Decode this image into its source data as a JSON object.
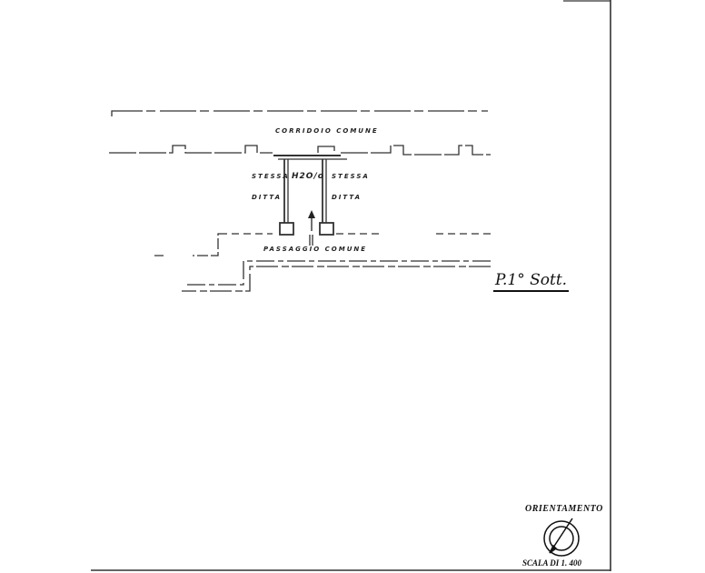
{
  "plan": {
    "corridor_label": "CORRIDOIO COMUNE",
    "left_label_1": "STESSA",
    "left_label_2": "DITTA",
    "center_label": "H2O/o",
    "right_label_1": "STESSA",
    "right_label_2": "DITTA",
    "passage_label": "PASSAGGIO COMUNE",
    "floor_title": "P.1° Sott."
  },
  "legend": {
    "orientation_label": "ORIENTAMENTO",
    "scale_label": "SCALA DI 1. 400"
  }
}
